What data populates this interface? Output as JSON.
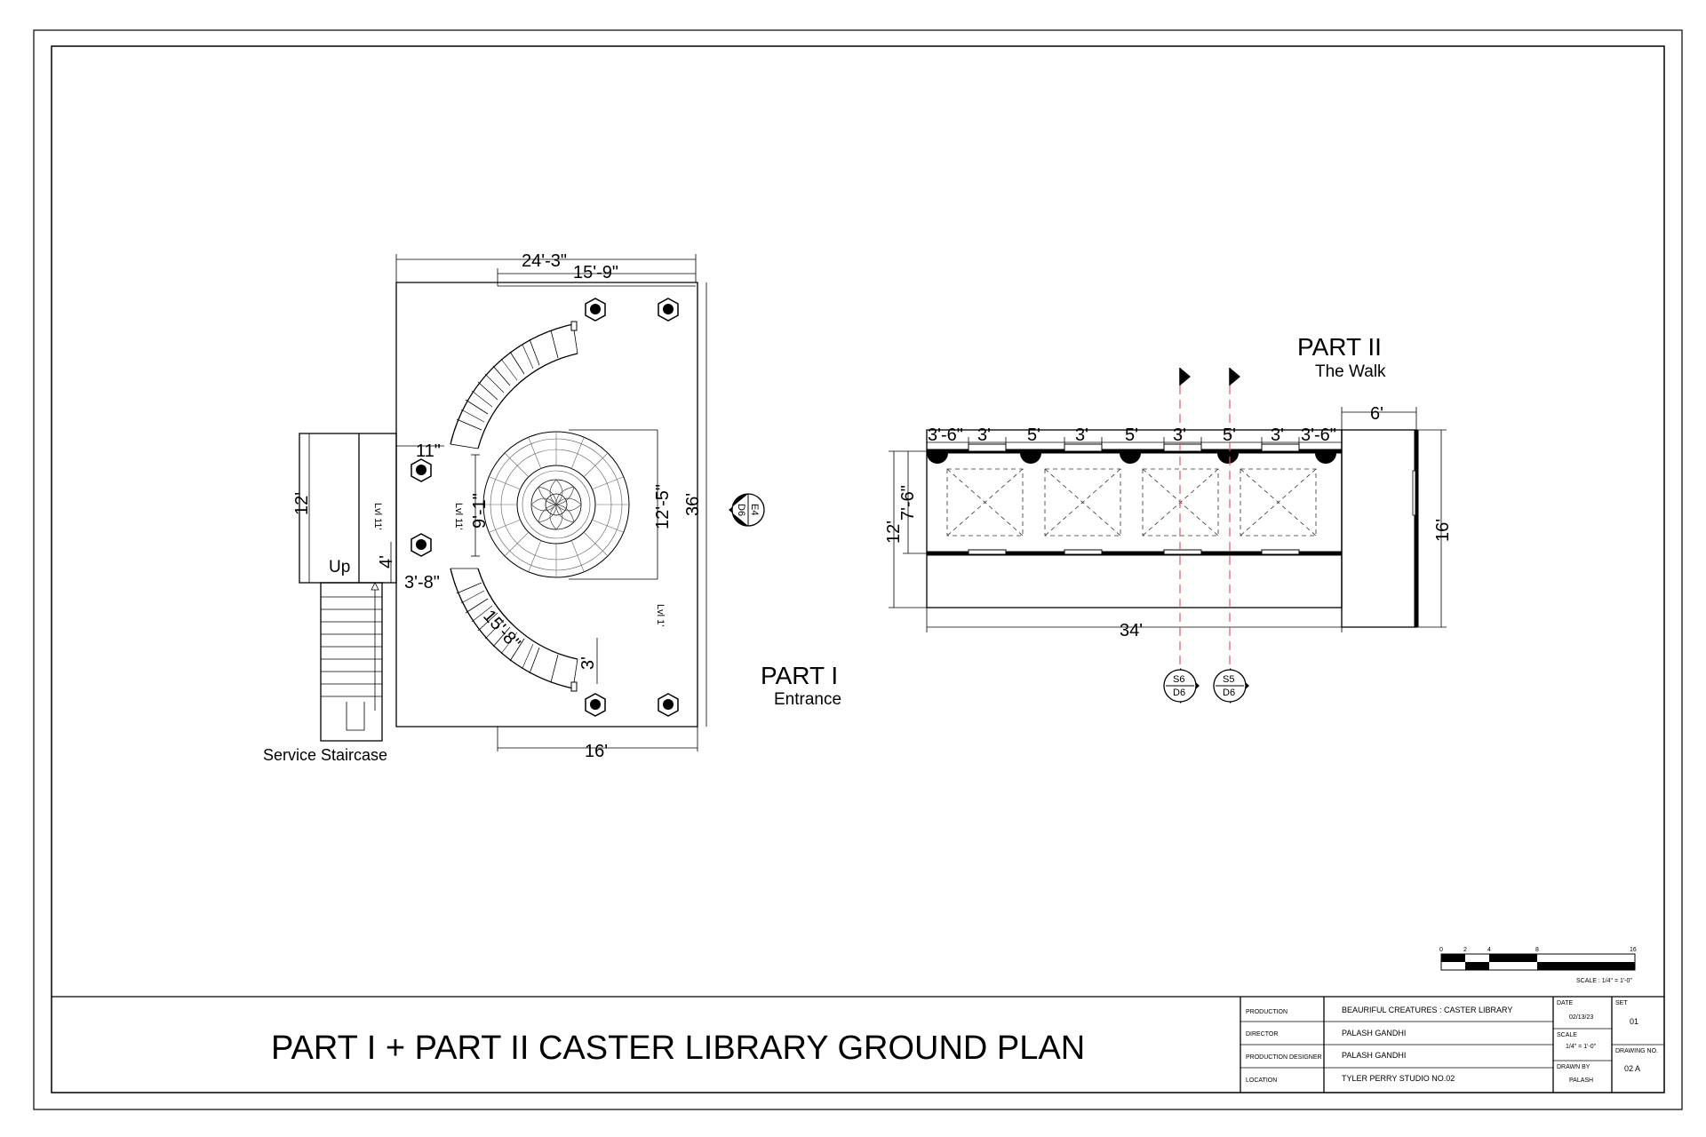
{
  "title": "PART I + PART II CASTER LIBRARY GROUND PLAN",
  "part1": {
    "heading": "PART I",
    "subheading": "Entrance",
    "service_staircase": "Service Staircase",
    "up": "Up",
    "level_labels": [
      "Lvl 11'",
      "Lvl 11'",
      "Lvl 1'"
    ],
    "dims": {
      "top_total": "24'-3\"",
      "top_inner": "15'-9\"",
      "right_height": "36'",
      "bottom": "16'",
      "stair_height": "12'",
      "stair_gap": "4'",
      "stair_offset": "3'-8\"",
      "landing": "11\"",
      "opening": "9'-1\"",
      "rotunda": "12'-5\"",
      "curve": "15'-8\"",
      "step": "3'"
    },
    "section_marker": {
      "top": "E4",
      "bottom": "D6"
    }
  },
  "part2": {
    "heading": "PART II",
    "subheading": "The Walk",
    "dims": {
      "top_segments": [
        "3'-6\"",
        "3'",
        "5'",
        "3'",
        "5'",
        "3'",
        "5'",
        "3'",
        "3'-6\""
      ],
      "side_outer": "12'",
      "side_inner": "7'-6\"",
      "bottom": "34'",
      "end_width": "6'",
      "end_height": "16'"
    },
    "section_markers": [
      {
        "top": "S6",
        "bottom": "D6"
      },
      {
        "top": "S5",
        "bottom": "D6"
      }
    ]
  },
  "scale_bar": {
    "ticks": [
      "0",
      "2",
      "4",
      "8",
      "16"
    ],
    "label": "SCALE : 1/4\" = 1'-0\""
  },
  "title_block": {
    "production_label": "PRODUCTION",
    "production": "BEAURIFUL CREATURES : CASTER LIBRARY",
    "director_label": "DIRECTOR",
    "director": "PALASH GANDHI",
    "designer_label": "PRODUCTION DESIGNER",
    "designer": "PALASH GANDHI",
    "location_label": "LOCATION",
    "location": "TYLER PERRY STUDIO NO.02",
    "date_label": "DATE",
    "date": "02/13/23",
    "scale_label": "SCALE",
    "scale": "1/4\" = 1'-0\"",
    "drawn_by_label": "DRAWN BY",
    "drawn_by": "PALASH",
    "set_label": "SET",
    "set": "01",
    "drawing_no_label": "DRAWING NO.",
    "drawing_no": "02 A"
  }
}
